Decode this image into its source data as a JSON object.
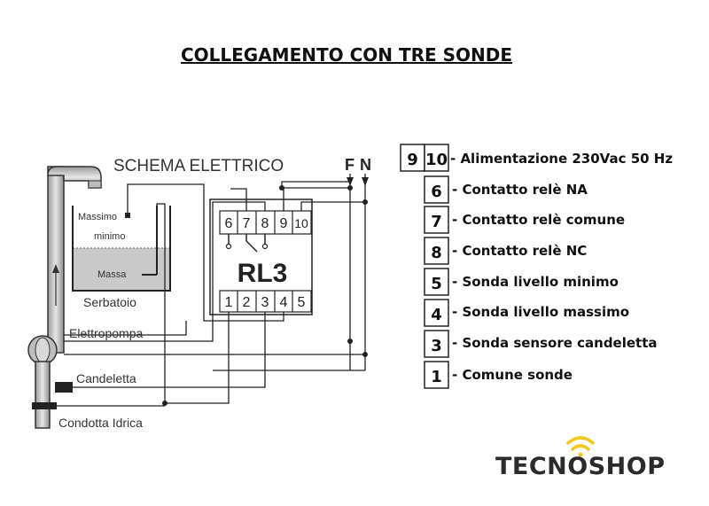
{
  "title": "COLLEGAMENTO CON TRE SONDE",
  "schema_label": "SCHEMA ELETTRICO",
  "power_labels": {
    "phase": "F",
    "neutral": "N"
  },
  "device_label": "RL3",
  "top_terminals": [
    "6",
    "7",
    "8",
    "9",
    "10"
  ],
  "bottom_terminals": [
    "1",
    "2",
    "3",
    "4",
    "5"
  ],
  "tank": {
    "label": "Serbatoio",
    "max_label": "Massimo",
    "min_label": "minimo",
    "mass_label": "Massa"
  },
  "pipe_labels": {
    "pump": "Elettropompa",
    "candle": "Candeletta",
    "water_pipe": "Condotta Idrica"
  },
  "legend": [
    {
      "numbers": [
        "9",
        "10"
      ],
      "text": "- Alimentazione 230Vac 50 Hz"
    },
    {
      "numbers": [
        "6"
      ],
      "text": "- Contatto relè NA"
    },
    {
      "numbers": [
        "7"
      ],
      "text": "- Contatto relè comune"
    },
    {
      "numbers": [
        "8"
      ],
      "text": "- Contatto relè NC"
    },
    {
      "numbers": [
        "5"
      ],
      "text": "- Sonda livello minimo"
    },
    {
      "numbers": [
        "4"
      ],
      "text": "- Sonda livello massimo"
    },
    {
      "numbers": [
        "3"
      ],
      "text": "- Sonda sensore candeletta"
    },
    {
      "numbers": [
        "1"
      ],
      "text": "- Comune sonde"
    }
  ],
  "brand": {
    "name": "TECNOSHOP",
    "accent_color": "#f2c81f"
  }
}
